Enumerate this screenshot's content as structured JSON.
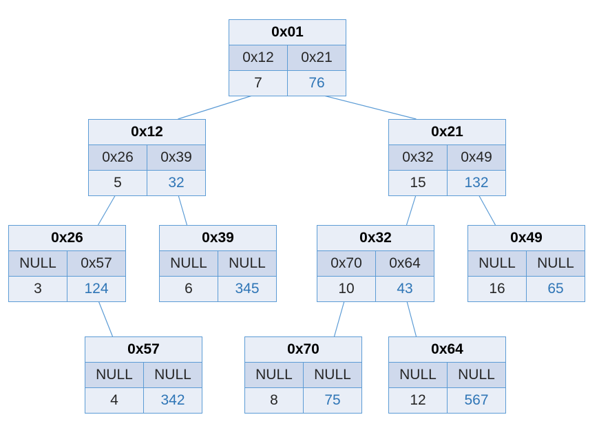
{
  "colors": {
    "border": "#5b9bd5",
    "header_bg": "#e9eef7",
    "pointer_row_bg": "#cfd9ec",
    "value_accent": "#2e75b6",
    "edge": "#5b9bd5"
  },
  "nodes": [
    {
      "id": "n01",
      "title": "0x01",
      "left": "0x12",
      "right": "0x21",
      "key": "7",
      "value": "76"
    },
    {
      "id": "n12",
      "title": "0x12",
      "left": "0x26",
      "right": "0x39",
      "key": "5",
      "value": "32"
    },
    {
      "id": "n21",
      "title": "0x21",
      "left": "0x32",
      "right": "0x49",
      "key": "15",
      "value": "132"
    },
    {
      "id": "n26",
      "title": "0x26",
      "left": "NULL",
      "right": "0x57",
      "key": "3",
      "value": "124"
    },
    {
      "id": "n39",
      "title": "0x39",
      "left": "NULL",
      "right": "NULL",
      "key": "6",
      "value": "345"
    },
    {
      "id": "n32",
      "title": "0x32",
      "left": "0x70",
      "right": "0x64",
      "key": "10",
      "value": "43"
    },
    {
      "id": "n49",
      "title": "0x49",
      "left": "NULL",
      "right": "NULL",
      "key": "16",
      "value": "65"
    },
    {
      "id": "n57",
      "title": "0x57",
      "left": "NULL",
      "right": "NULL",
      "key": "4",
      "value": "342"
    },
    {
      "id": "n70",
      "title": "0x70",
      "left": "NULL",
      "right": "NULL",
      "key": "8",
      "value": "75"
    },
    {
      "id": "n64",
      "title": "0x64",
      "left": "NULL",
      "right": "NULL",
      "key": "12",
      "value": "567"
    }
  ],
  "edges": [
    [
      "n01",
      "n12"
    ],
    [
      "n01",
      "n21"
    ],
    [
      "n12",
      "n26"
    ],
    [
      "n12",
      "n39"
    ],
    [
      "n21",
      "n32"
    ],
    [
      "n21",
      "n49"
    ],
    [
      "n26",
      "n57"
    ],
    [
      "n32",
      "n70"
    ],
    [
      "n32",
      "n64"
    ]
  ]
}
